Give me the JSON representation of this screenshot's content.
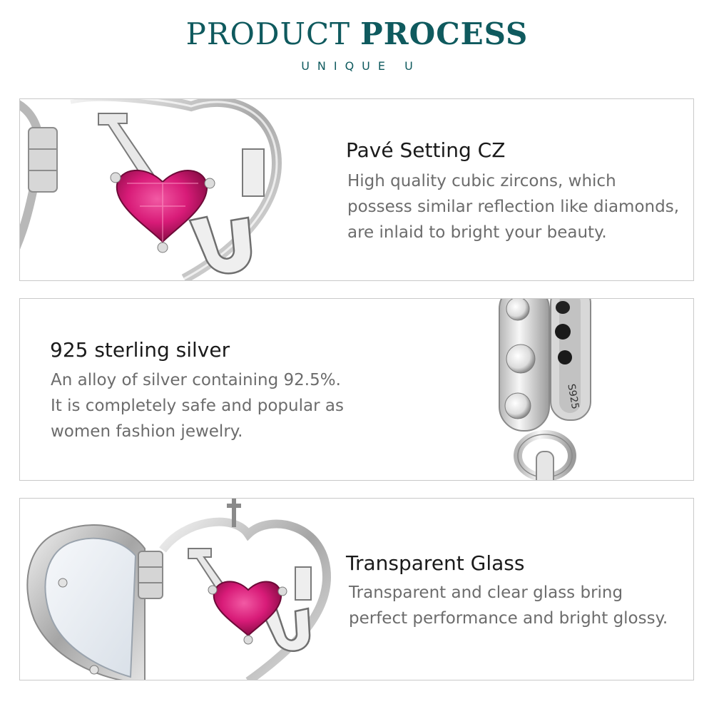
{
  "header": {
    "title_part1": "PRODUCT",
    "title_part2": "PROCESS",
    "subtitle": "UNIQUE U"
  },
  "features": [
    {
      "heading": "Pavé Setting CZ",
      "lines": [
        "High quality cubic zircons, which",
        "possess similar reflection like diamonds,",
        "are inlaid to bright your beauty."
      ]
    },
    {
      "heading": "925 sterling silver",
      "lines": [
        "An alloy of silver containing 92.5%.",
        "It is completely safe and popular as",
        "women fashion jewelry."
      ]
    },
    {
      "heading": "Transparent Glass",
      "lines": [
        "Transparent and clear glass bring",
        "perfect performance and bright glossy."
      ]
    }
  ],
  "engraving": "S925",
  "colors": {
    "title": "#0f5a5e",
    "gem": "#d81b78",
    "silver": "#c9c9c9",
    "border": "#c9c9c9"
  }
}
